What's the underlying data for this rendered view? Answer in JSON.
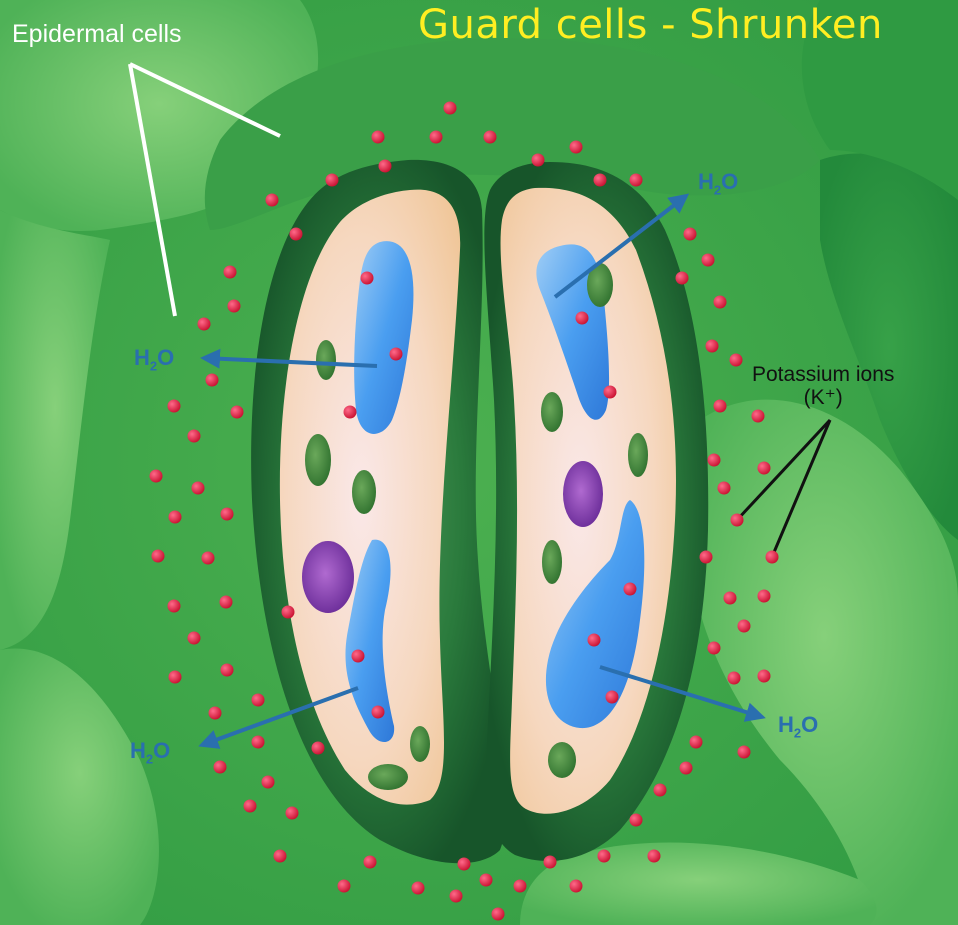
{
  "title": "Guard cells - Shrunken",
  "labels": {
    "epidermal": "Epidermal cells",
    "potassium_line1": "Potassium ions",
    "potassium_line2": "(K⁺)"
  },
  "water": {
    "h": "H",
    "sub": "2",
    "o": "O"
  },
  "colors": {
    "title": "#ffee22",
    "background_green": "#3fa84a",
    "guard_cell_wall": "#1f6b34",
    "cytoplasm": "#f2c99e",
    "vacuole": "#3c8fe6",
    "nucleus": "#7d3aa8",
    "chloroplast": "#3d8a3a",
    "potassium_ion": "#d8173f",
    "water_arrow": "#2a6faf"
  }
}
